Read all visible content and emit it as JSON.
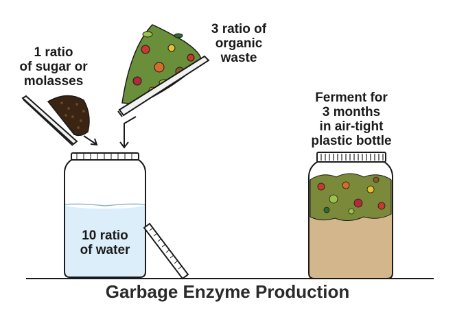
{
  "title": "Garbage Enzyme Production",
  "labels": {
    "sugar": [
      "1 ratio",
      "of sugar or",
      "molasses"
    ],
    "organic": [
      "3 ratio of",
      "organic",
      "waste"
    ],
    "water": [
      "10 ratio",
      "of water"
    ],
    "ferment": [
      "Ferment for",
      "3 months",
      "in air-tight",
      "plastic bottle"
    ]
  },
  "colors": {
    "outline": "#1a1a1a",
    "water": "#dbeef9",
    "enzyme_liquid": "#d4b68c",
    "molasses": "#3a2414",
    "tray": "#f2f2f2"
  }
}
